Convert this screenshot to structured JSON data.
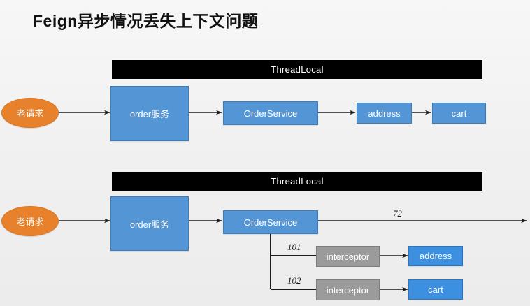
{
  "page": {
    "title": "Feign异步情况丢失上下文问题",
    "background_color": "#f1f1f1"
  },
  "colors": {
    "orange": "#E8812B",
    "blue": "#5495D6",
    "blue_bright": "#3D8FE0",
    "gray": "#9B9B9B",
    "black_bar": "#000000",
    "arrow": "#1a1a1a"
  },
  "diagrams": [
    {
      "id": "sync-flow",
      "threadlocal_bar": {
        "label": "ThreadLocal"
      },
      "nodes": {
        "request": "老请求",
        "order_service_cn": "order服务",
        "order_service": "OrderService",
        "address": "address",
        "cart": "cart"
      },
      "edge_labels": []
    },
    {
      "id": "async-flow",
      "threadlocal_bar": {
        "label": "ThreadLocal"
      },
      "nodes": {
        "request": "老请求",
        "order_service_cn": "order服务",
        "order_service": "OrderService",
        "interceptor_1": "interceptor",
        "interceptor_2": "interceptor",
        "address": "address",
        "cart": "cart"
      },
      "edge_labels": {
        "main_thread": "72",
        "branch_1": "101",
        "branch_2": "102"
      }
    }
  ]
}
